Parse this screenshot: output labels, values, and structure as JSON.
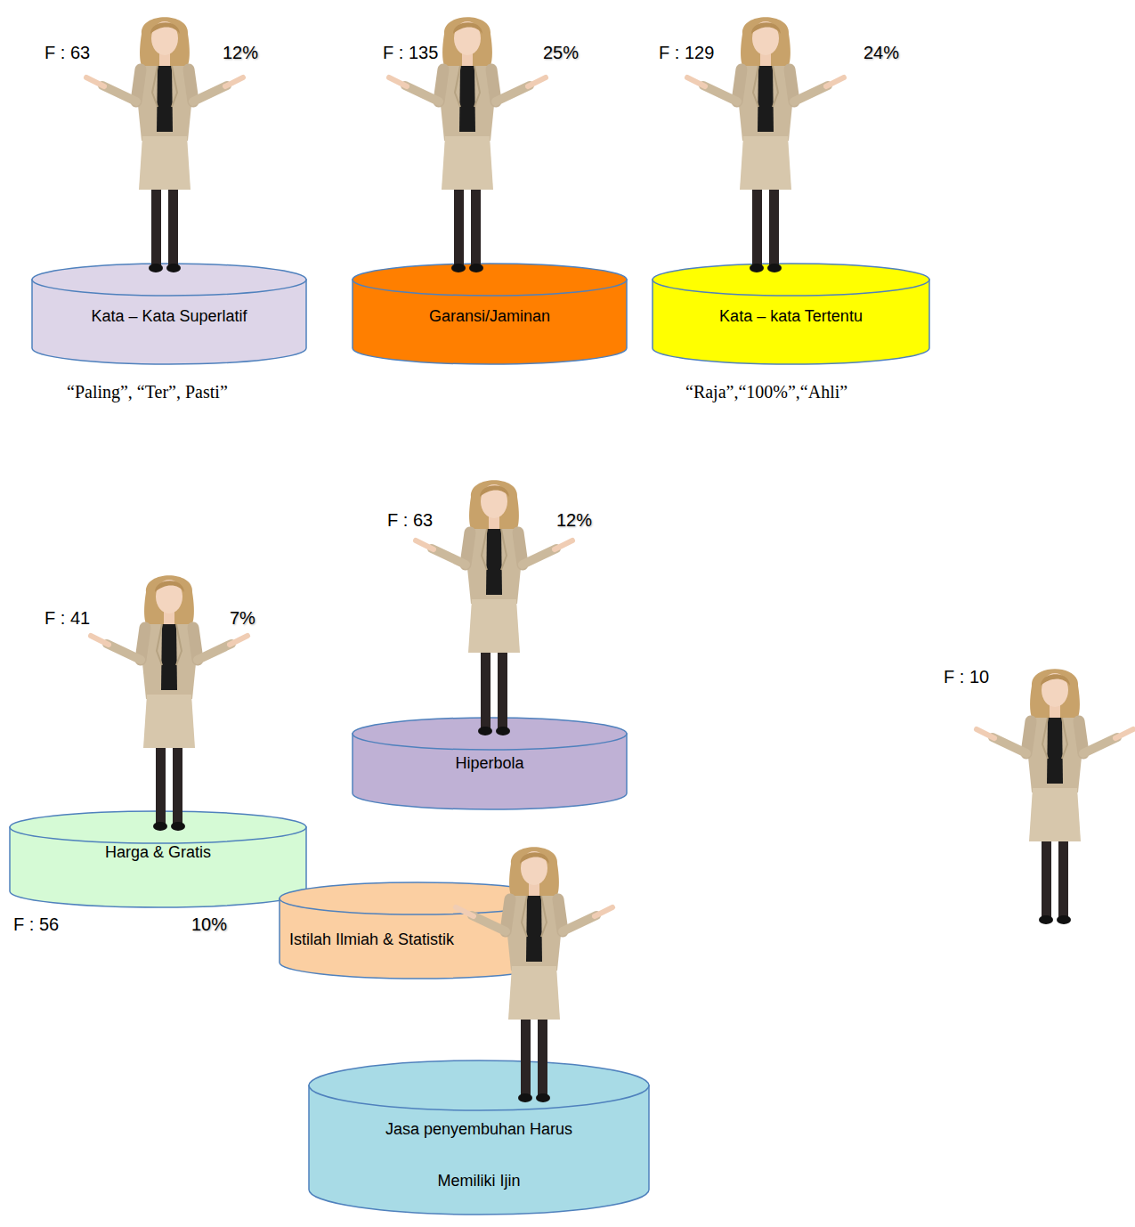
{
  "diagram": {
    "nodes": [
      {
        "text": [
          "Kata – Kata Superlatif"
        ]
      },
      {
        "text": [
          "Garansi/Jaminan"
        ]
      },
      {
        "text": [
          "Kata – kata Tertentu"
        ]
      },
      {
        "text": [
          "Hiperbola"
        ]
      },
      {
        "text": [
          "Harga & Gratis"
        ]
      },
      {
        "text": [
          "Istilah Ilmiah & Statistik"
        ]
      },
      {
        "text": [
          "Jasa penyembuhan Harus Memiliki Ijin"
        ]
      }
    ],
    "labels": [
      "F : 63",
      "12%",
      "F : 135",
      "25%",
      "F : 129",
      "24%",
      "“Paling”, “Ter”, Pasti”",
      "“Raja”,“100%”,“Ahli”",
      "F : 63",
      "12%",
      "F : 41",
      "7%",
      "F : 56",
      "10%",
      "F : 10"
    ]
  }
}
